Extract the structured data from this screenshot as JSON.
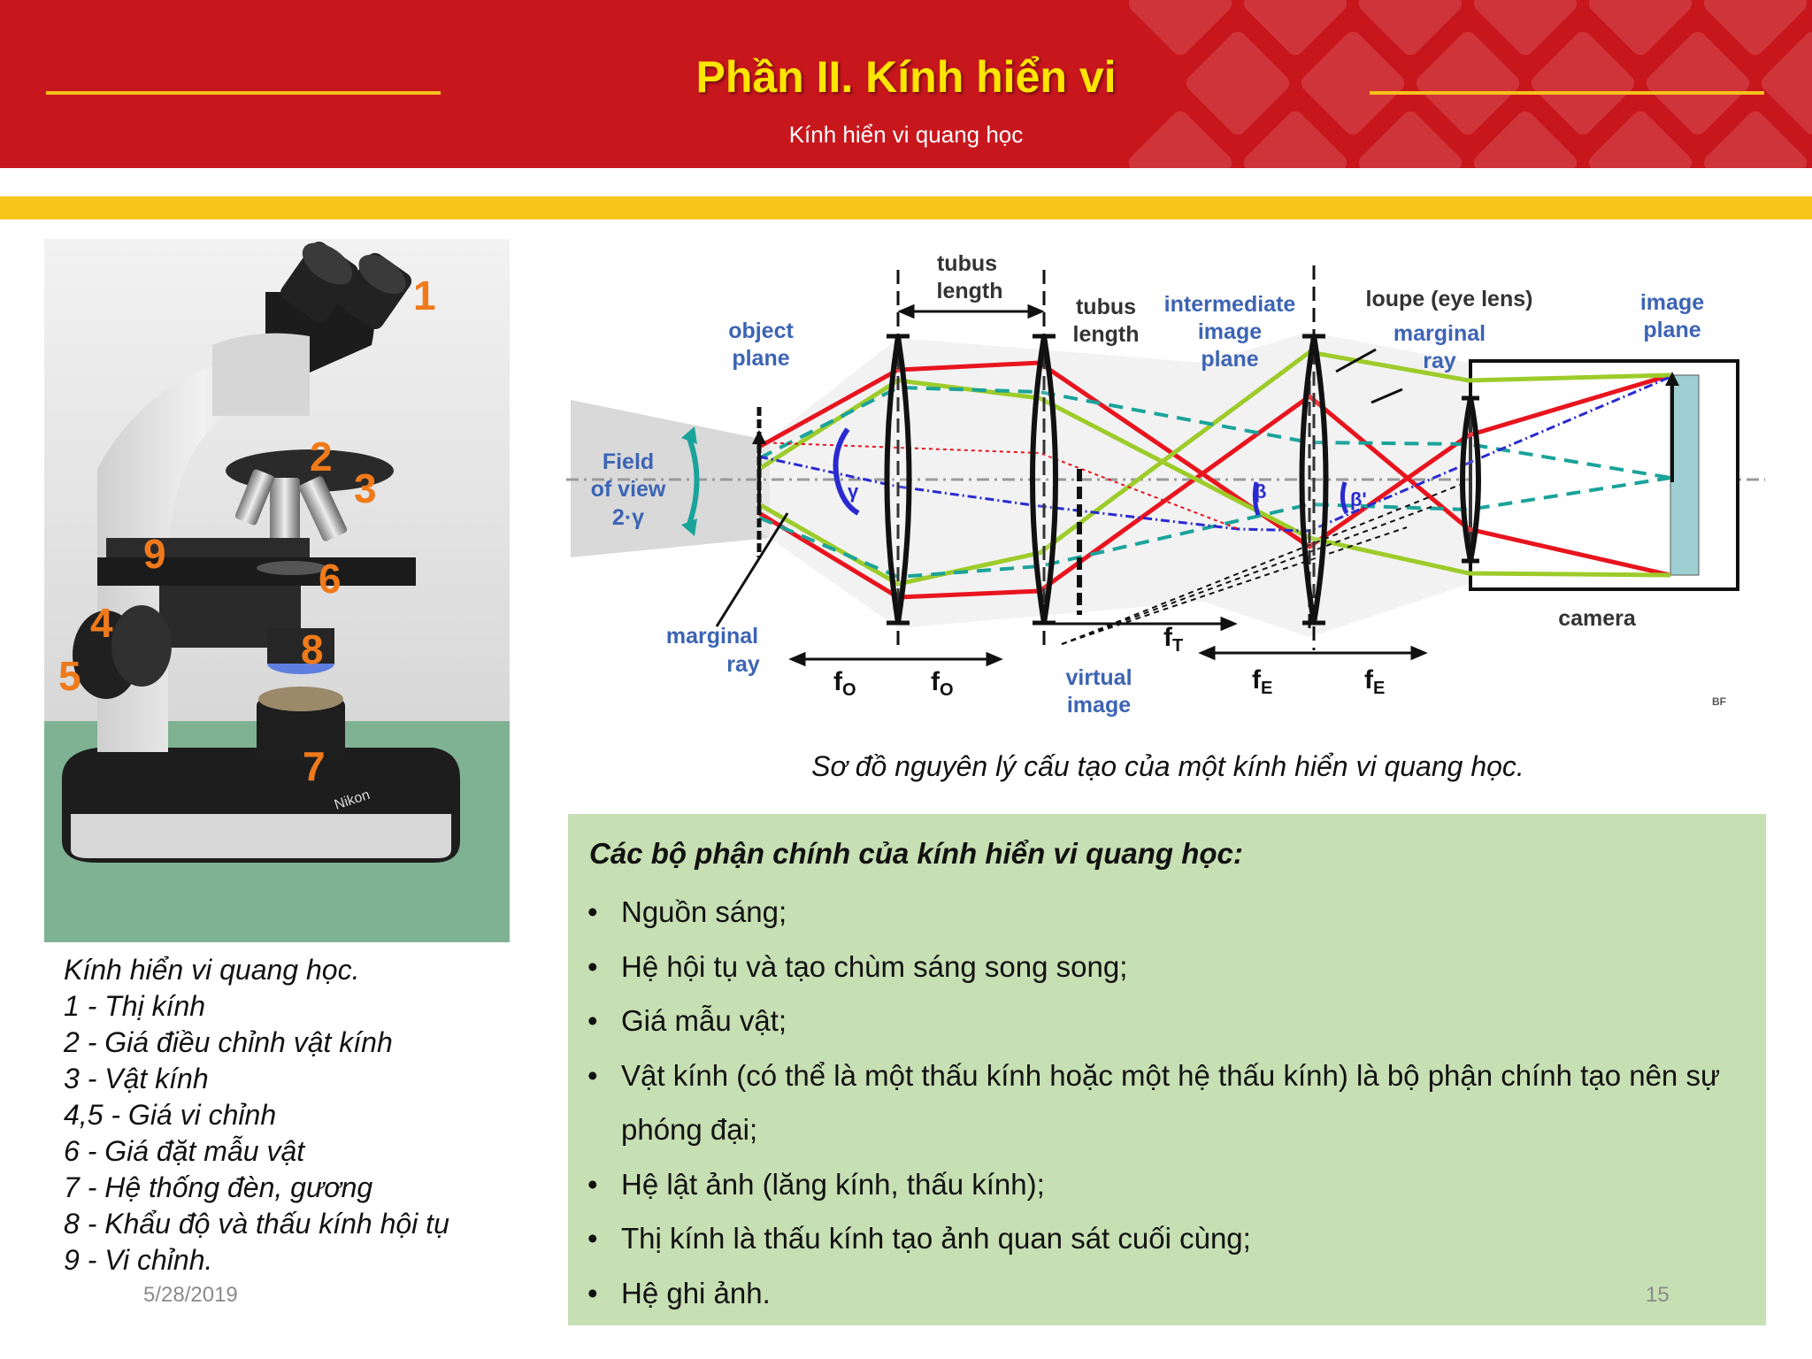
{
  "header": {
    "title": "Phần II. Kính hiển vi",
    "subtitle": "Kính hiển vi quang học",
    "colors": {
      "red": "#c8161d",
      "gold": "#f6c21b",
      "title": "#ffe500"
    }
  },
  "photo": {
    "labels": [
      "1",
      "2",
      "3",
      "4",
      "5",
      "6",
      "7",
      "8",
      "9"
    ],
    "brand": "Nikon"
  },
  "photo_caption": {
    "lines": [
      "Kính hiển vi quang học.",
      "1 - Thị kính",
      "2 - Giá điều chỉnh vật kính",
      "3 - Vật kính",
      "4,5 - Giá vi chỉnh",
      "6 - Giá đặt mẫu vật",
      "7 - Hệ thống đèn, gương",
      "8 - Khẩu độ và thấu kính hội tụ",
      "9 - Vi chỉnh."
    ]
  },
  "diagram": {
    "labels": {
      "tubus_length_top_1": "tubus",
      "tubus_length_top_2": "length",
      "tubus_length_2_1": "tubus",
      "tubus_length_2_2": "length",
      "intermediate_1": "intermediate",
      "intermediate_2": "image",
      "intermediate_3": "plane",
      "loupe": "loupe (eye lens)",
      "marginal_ray_top_1": "marginal",
      "marginal_ray_top_2": "ray",
      "image_plane_1": "image",
      "image_plane_2": "plane",
      "object_plane_1": "object",
      "object_plane_2": "plane",
      "field_of_view_1": "Field",
      "field_of_view_2": "of view",
      "field_of_view_3": "2·γ",
      "marginal_ray_bottom_1": "marginal",
      "marginal_ray_bottom_2": "ray",
      "virtual_image_1": "virtual",
      "virtual_image_2": "image",
      "camera": "camera",
      "fo_1": "f",
      "fo_2": "f",
      "fe_1": "f",
      "fe_2": "f",
      "ft": "f",
      "sub_o": "O",
      "sub_e": "E",
      "sub_t": "T",
      "gamma": "γ",
      "beta": "β",
      "beta_prime": "β'",
      "corner_mark": "BF"
    },
    "colors": {
      "red_ray": "#e8141e",
      "green_ray": "#9dcc2a",
      "teal_ray": "#1aa39a",
      "blue_ray": "#2a2ad0",
      "label_blue": "#3c64b4"
    },
    "caption": "Sơ đồ nguyên lý cấu tạo của một kính hiển vi quang học."
  },
  "parts_box": {
    "title": "Các bộ phận chính của kính hiển vi quang học:",
    "items": [
      "Nguồn sáng;",
      "Hệ hội tụ và tạo chùm sáng song song;",
      "Giá mẫu vật;",
      "Vật kính (có thể là một thấu kính hoặc một hệ thấu kính) là bộ phận chính tạo nên sự phóng đại;",
      "Hệ lật ảnh (lăng kính, thấu kính);",
      "Thị kính là thấu kính tạo ảnh quan sát cuối cùng;",
      "Hệ ghi ảnh."
    ],
    "background": "#c6dfb3"
  },
  "footer": {
    "date": "5/28/2019",
    "page": "15"
  }
}
